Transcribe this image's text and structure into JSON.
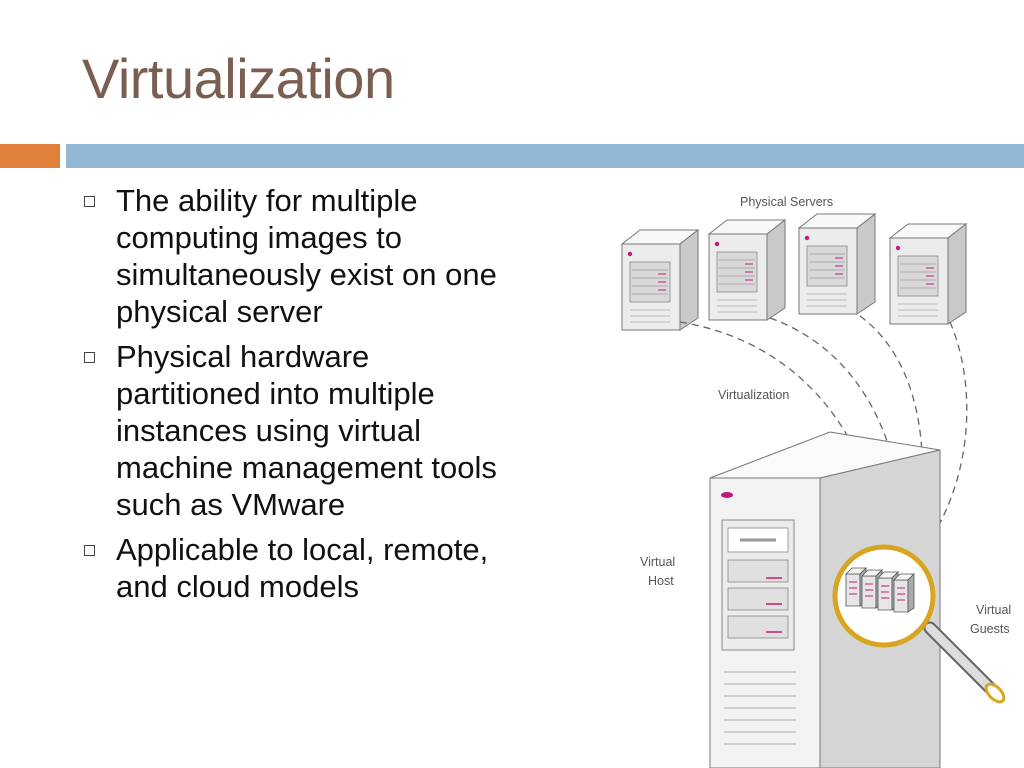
{
  "slide": {
    "title": "Virtualization",
    "bullets": [
      {
        "text": "The ability for multiple computing images to simultaneously exist on one physical server"
      },
      {
        "text": "Physical hardware partitioned into multiple instances using virtual machine management tools such as VMware"
      },
      {
        "text": "Applicable to local, remote, and cloud models"
      }
    ]
  },
  "diagram": {
    "physical_servers_label": "Physical Servers",
    "virtualization_label": "Virtualization",
    "virtual_host_label": [
      "Virtual",
      "Host"
    ],
    "virtual_guests_label": [
      "Virtual",
      "Guests"
    ]
  },
  "colors": {
    "title": "#7b5e52",
    "accent_orange": "#e0803a",
    "accent_blue": "#93b8d6",
    "magnifier": "#d9a521",
    "server_led": "#c2197a"
  }
}
